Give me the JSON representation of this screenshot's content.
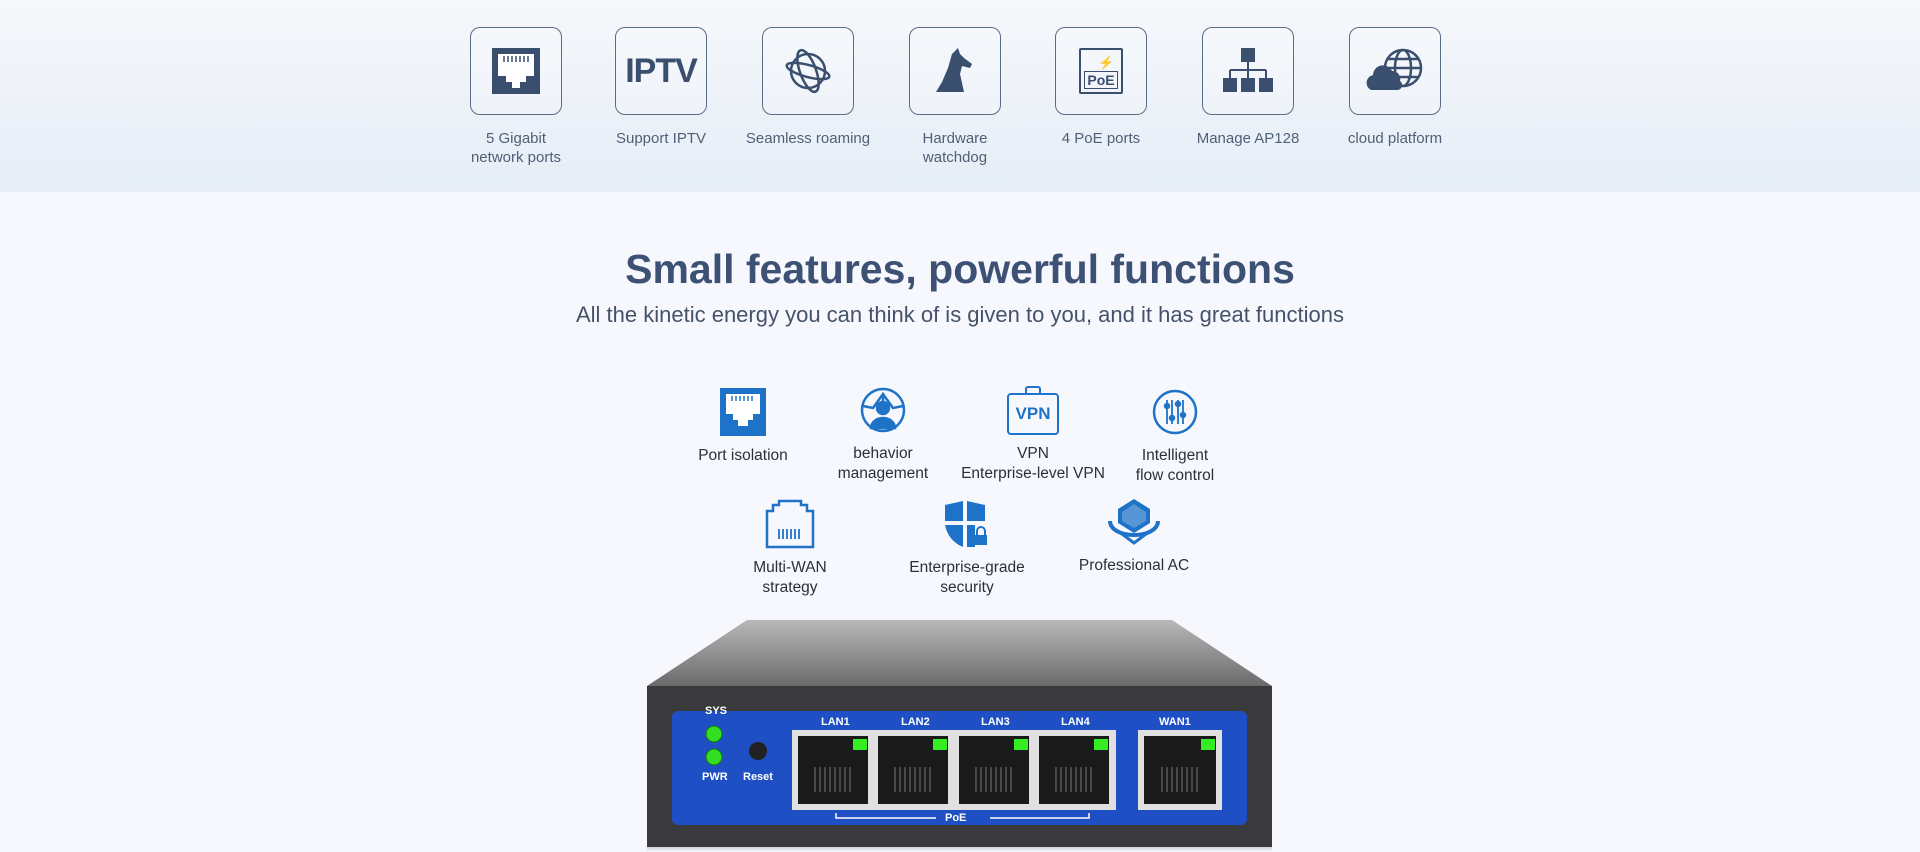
{
  "top_features": [
    {
      "label": "5 Gigabit\nnetwork ports",
      "icon": "ethernet-port-icon"
    },
    {
      "label": "Support IPTV",
      "icon": "iptv-icon",
      "icon_text": "IPTV"
    },
    {
      "label": "Seamless roaming",
      "icon": "orbit-icon"
    },
    {
      "label": "Hardware\nwatchdog",
      "icon": "dog-icon"
    },
    {
      "label": "4 PoE ports",
      "icon": "poe-port-icon",
      "icon_text": "PoE"
    },
    {
      "label": "Manage AP128",
      "icon": "hierarchy-icon"
    },
    {
      "label": "cloud platform",
      "icon": "cloud-globe-icon"
    }
  ],
  "section": {
    "title": "Small features, powerful functions",
    "subtitle": "All the kinetic energy you can think of is given to you, and it has great functions"
  },
  "features": [
    {
      "label": "Port isolation",
      "icon": "port-isolation-icon"
    },
    {
      "label": "behavior\nmanagement",
      "icon": "user-network-icon"
    },
    {
      "label": "VPN\nEnterprise-level VPN",
      "icon": "vpn-icon",
      "icon_text": "VPN"
    },
    {
      "label": "Intelligent\nflow control",
      "icon": "sliders-icon"
    },
    {
      "label": "Multi-WAN\nstrategy",
      "icon": "multi-wan-icon"
    },
    {
      "label": "Enterprise-grade\nsecurity",
      "icon": "shield-lock-icon"
    },
    {
      "label": "Professional AC",
      "icon": "ac-controller-icon"
    }
  ],
  "device": {
    "sys": "SYS",
    "pwr": "PWR",
    "reset": "Reset",
    "ports": [
      "LAN1",
      "LAN2",
      "LAN3",
      "LAN4"
    ],
    "wan": "WAN1",
    "poe": "PoE"
  },
  "colors": {
    "accent": "#1e73c8",
    "icon_dark": "#3a4e6e",
    "panel_blue": "#1f4fc4",
    "led_green": "#33dd22"
  }
}
